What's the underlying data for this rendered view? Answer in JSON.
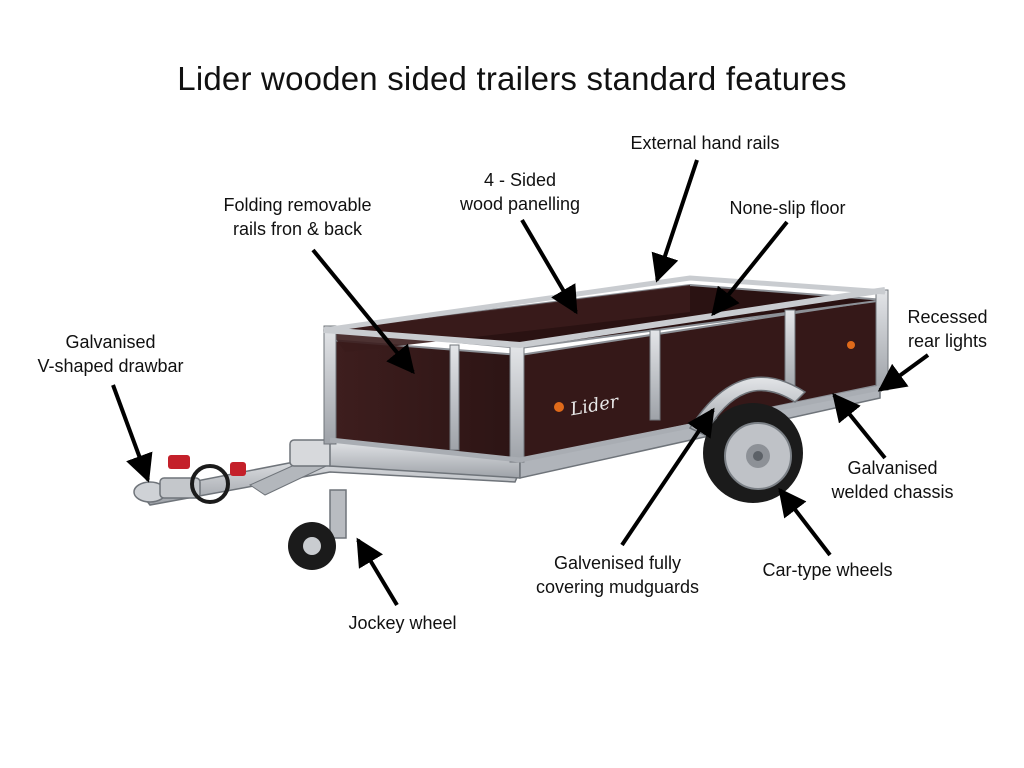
{
  "title": "Lider wooden sided trailers standard features",
  "brand_mark": "Lider",
  "labels": {
    "hand_rails": [
      "External hand rails"
    ],
    "four_sided": [
      "4 - Sided",
      "wood panelling"
    ],
    "folding_rails": [
      "Folding removable",
      "rails fron & back"
    ],
    "floor": [
      "None-slip floor"
    ],
    "rear_lights": [
      "Recessed",
      "rear lights"
    ],
    "drawbar": [
      "Galvanised",
      "V-shaped drawbar"
    ],
    "chassis": [
      "Galvanised",
      "welded chassis"
    ],
    "mudguards": [
      "Galvenised fully",
      "covering mudguards"
    ],
    "wheels": [
      "Car-type wheels"
    ],
    "jockey": [
      "Jockey wheel"
    ]
  },
  "colors": {
    "wood": "#3a1c1c",
    "wood_dark": "#2a1212",
    "steel": "#c9ccd0",
    "steel_dark": "#8d9197",
    "tyre": "#1b1b1b",
    "reflector": "#e06a1a",
    "coupling_red": "#c4202a",
    "arrow": "#000000"
  }
}
